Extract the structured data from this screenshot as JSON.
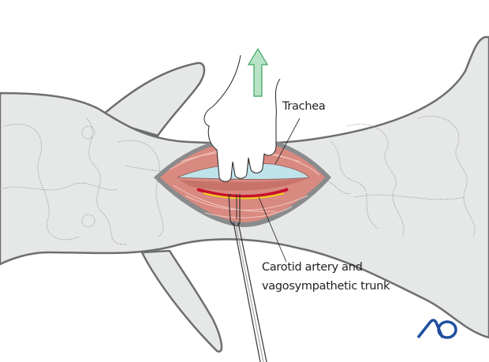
{
  "labels": {
    "trachea": "Trachea",
    "carotid_line1": "Carotid artery and",
    "carotid_line2": "vagosympathetic trunk"
  },
  "logo": {
    "text": "AO",
    "color": "#1f4fa0"
  },
  "colors": {
    "skin": "#e6e7e7",
    "outline": "#6d6e70",
    "muscle": "#d98a80",
    "arrow": "#b9e3c6",
    "artery": "#c8102e",
    "nerve": "#f2d31b"
  }
}
